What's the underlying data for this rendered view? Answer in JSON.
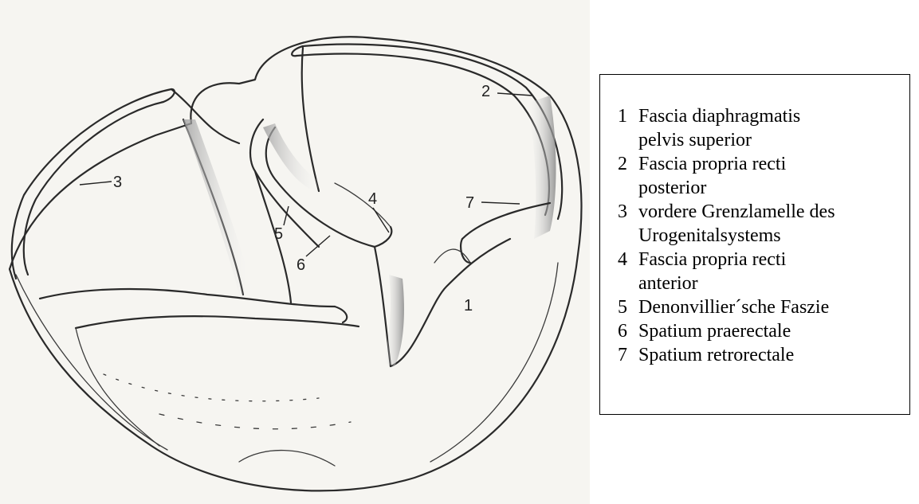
{
  "figure": {
    "labels": [
      "1",
      "2",
      "3",
      "4",
      "5",
      "6",
      "7"
    ]
  },
  "legend": {
    "items": [
      {
        "num": "1",
        "line1": "Fascia diaphragmatis",
        "line2": "pelvis superior"
      },
      {
        "num": "2",
        "line1": "Fascia propria recti",
        "line2": "posterior"
      },
      {
        "num": "3",
        "line1": "vordere Grenzlamelle des",
        "line2": "Urogenitalsystems"
      },
      {
        "num": "4",
        "line1": "Fascia propria recti",
        "line2": "anterior"
      },
      {
        "num": "5",
        "line1": "Denonvillier´sche Faszie",
        "line2": ""
      },
      {
        "num": "6",
        "line1": "Spatium praerectale",
        "line2": ""
      },
      {
        "num": "7",
        "line1": "Spatium retrorectale",
        "line2": ""
      }
    ]
  }
}
